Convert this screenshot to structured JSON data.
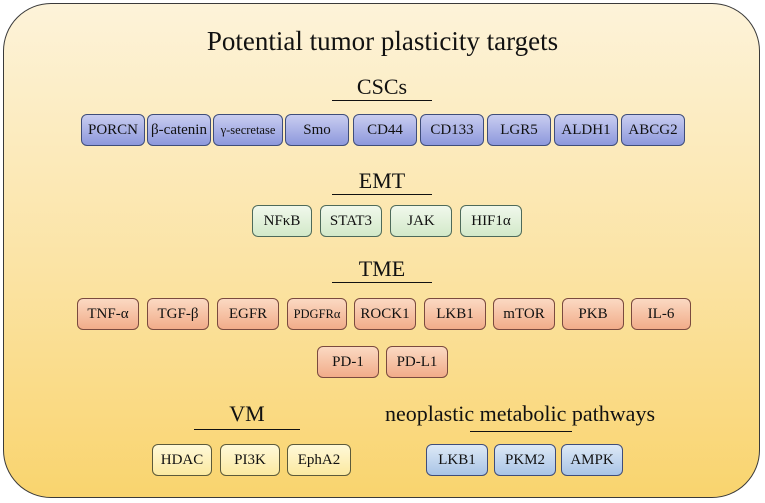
{
  "title": "Potential tumor plasticity targets",
  "csc": {
    "heading": "CSCs",
    "items": [
      "PORCN",
      "β-catenin",
      "γ-secretase",
      "Smo",
      "CD44",
      "CD133",
      "LGR5",
      "ALDH1",
      "ABCG2"
    ]
  },
  "emt": {
    "heading": "EMT",
    "items": [
      "NFκB",
      "STAT3",
      "JAK",
      "HIF1α"
    ]
  },
  "tme": {
    "heading": "TME",
    "items": [
      "TNF-α",
      "TGF-β",
      "EGFR",
      "PDGFRα",
      "ROCK1",
      "LKB1",
      "mTOR",
      "PKB",
      "IL-6",
      "PD-1",
      "PD-L1"
    ]
  },
  "vm": {
    "heading": "VM",
    "items": [
      "HDAC",
      "PI3K",
      "EphA2"
    ]
  },
  "metabolic": {
    "heading": "neoplastic metabolic pathways",
    "items": [
      "LKB1",
      "PKM2",
      "AMPK"
    ]
  }
}
